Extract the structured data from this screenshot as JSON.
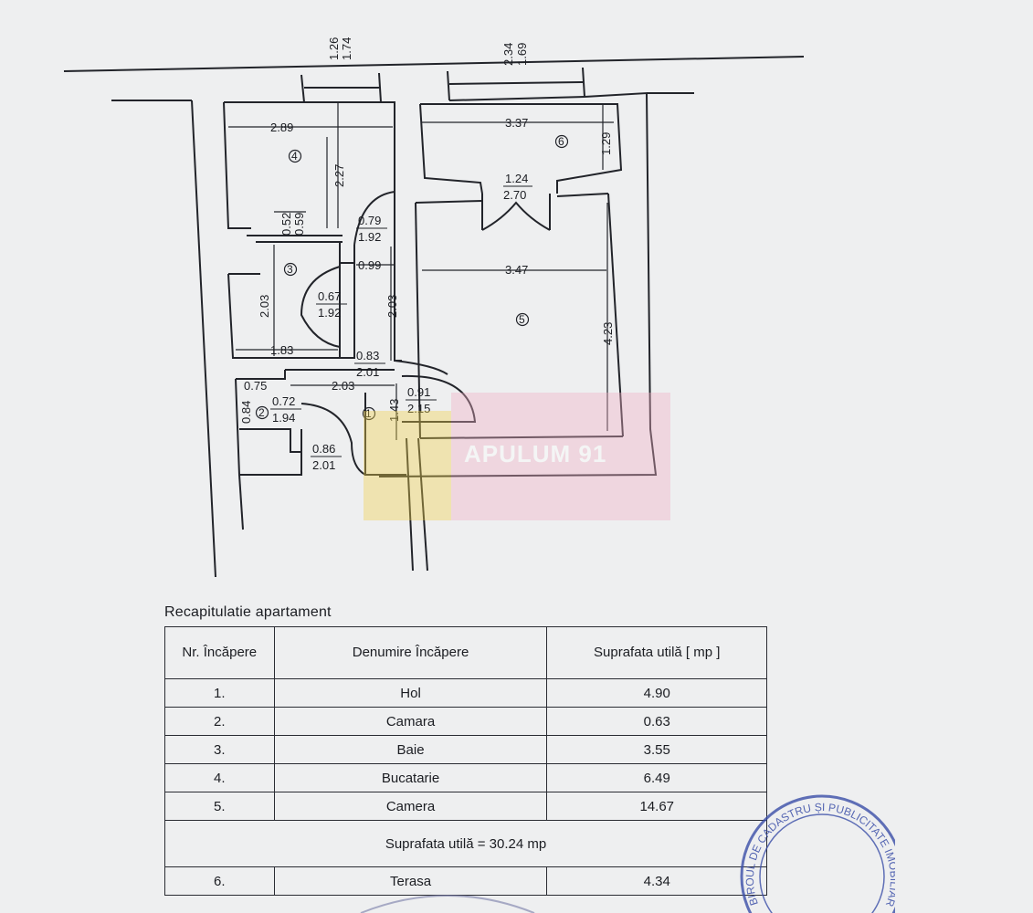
{
  "plan": {
    "top_marks": [
      "1.26",
      "1.74",
      "2.34",
      "1.69"
    ],
    "dimensions": [
      "2.89",
      "2.27",
      "3.37",
      "1.29",
      "1.24",
      "2.70",
      "0.52",
      "0.59",
      "0.79",
      "1.92",
      "0.99",
      "3.47",
      "2.03",
      "0.67",
      "1.92",
      "2.03",
      "4.23",
      "1.83",
      "0.83",
      "2.01",
      "0.75",
      "2.03",
      "0.91",
      "2.15",
      "0.84",
      "0.72",
      "1.94",
      "1.43",
      "0.86",
      "2.01"
    ],
    "room_numbers": [
      "4",
      "6",
      "3",
      "5",
      "2",
      "1"
    ]
  },
  "recap": {
    "title": "Recapitulatie apartament",
    "headers": [
      "Nr. Încăpere",
      "Denumire Încăpere",
      "Suprafata utilă [ mp ]"
    ],
    "rows": [
      {
        "nr": "1.",
        "name": "Hol",
        "area": "4.90"
      },
      {
        "nr": "2.",
        "name": "Camara",
        "area": "0.63"
      },
      {
        "nr": "3.",
        "name": "Baie",
        "area": "3.55"
      },
      {
        "nr": "4.",
        "name": "Bucatarie",
        "area": "6.49"
      },
      {
        "nr": "5.",
        "name": "Camera",
        "area": "14.67"
      }
    ],
    "total": "Suprafata utilă = 30.24 mp",
    "extra_row": {
      "nr": "6.",
      "name": "Terasa",
      "area": "4.34"
    }
  },
  "watermark": {
    "text": "APULUM 91"
  },
  "stamp": {
    "text": "BIROUL DE CADASTRU ȘI PUBLICITATE IMOBILIARĂ PRAHOVA PLOIEȘTI"
  },
  "colors": {
    "ink": "#1b1d22",
    "paper": "#eeeff0",
    "stamp": "#3a4ea8",
    "watermark_yellow": "#f1d24a",
    "watermark_pink": "#f2b0c4"
  }
}
